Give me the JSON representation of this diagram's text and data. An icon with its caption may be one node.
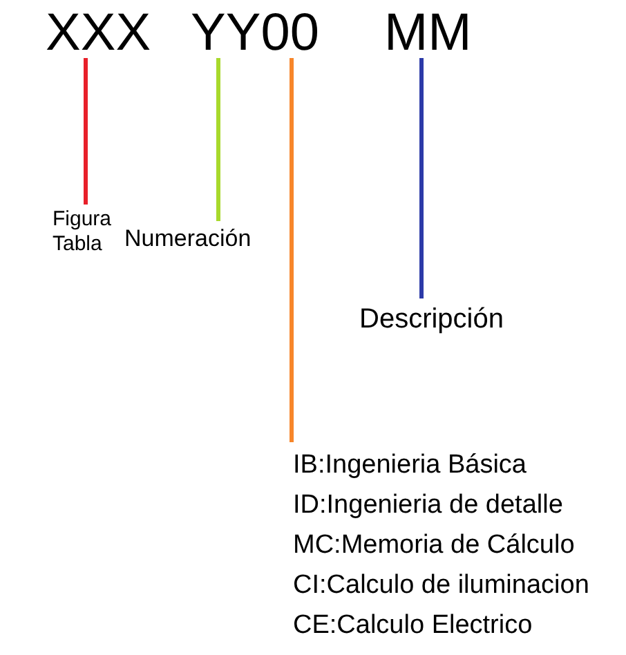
{
  "diagram": {
    "nodes": [
      {
        "text": [
          "XXX"
        ]
      },
      {
        "text": [
          "YY00"
        ]
      },
      {
        "text": [
          "MM"
        ]
      },
      {
        "text": [
          "Figura Tabla"
        ]
      },
      {
        "text": [
          "Numeración"
        ]
      },
      {
        "text": [
          "Descripción"
        ]
      },
      {
        "text": [
          "IB:Ingenieria Básica",
          "ID:Ingenieria de detalle",
          "MC:Memoria de Cálculo",
          "CI:Calculo de iluminacion",
          "CE:Calculo Electrico"
        ]
      }
    ],
    "edges": [
      {
        "from": 0,
        "to": 3,
        "arrow": "none",
        "color": "#e8202a"
      },
      {
        "from": 1,
        "to": 4,
        "arrow": "none",
        "color": "#a8d92c"
      },
      {
        "from": 1,
        "to": 6,
        "arrow": "none",
        "color": "#f7862a"
      },
      {
        "from": 2,
        "to": 5,
        "arrow": "none",
        "color": "#2c3aa8"
      }
    ]
  }
}
